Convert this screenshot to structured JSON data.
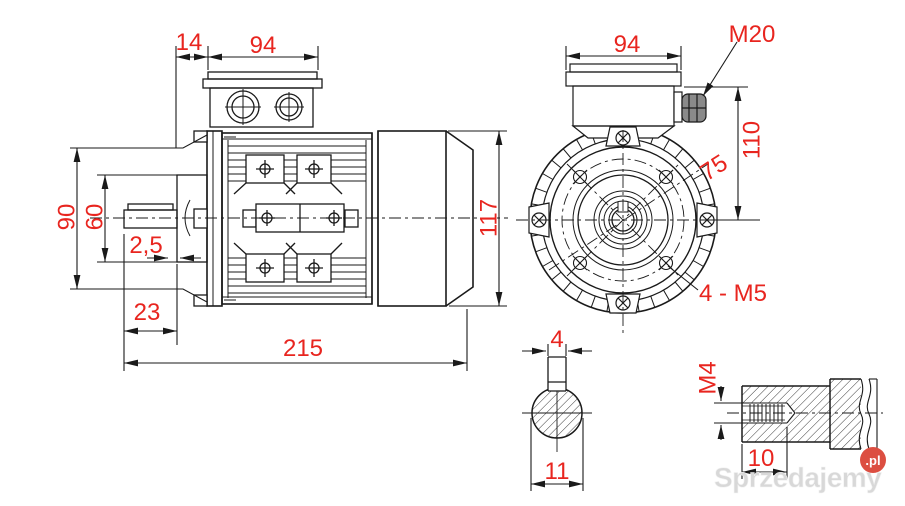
{
  "document": {
    "type": "technical dimensional drawing",
    "subject": "flange-mounted electric motor"
  },
  "colors": {
    "dimension_text": "#e8251f",
    "line": "#1a1a1a",
    "background": "#ffffff",
    "watermark_text": "#d8d8d8",
    "watermark_badge": "#dc4e41",
    "watermark_badge_text": "#ffffff"
  },
  "side_view": {
    "dims": {
      "shaft_step": "14",
      "terminal_box_width": "94",
      "flange_diameter": "90",
      "spigot_diameter": "60",
      "flange_offset": "2,5",
      "shaft_length": "23",
      "frame_height": "117",
      "overall_length": "215"
    }
  },
  "front_view": {
    "dims": {
      "terminal_box_width": "94",
      "cable_gland_thread": "M20",
      "center_height": "110",
      "bolt_circle_diameter": "75",
      "mounting_holes": "4 - M5"
    }
  },
  "shaft_cross_section": {
    "dims": {
      "key_width": "4",
      "shaft_diameter": "11"
    }
  },
  "shaft_end_detail": {
    "dims": {
      "tapped_hole_thread": "M4",
      "tapped_hole_depth": "10"
    }
  },
  "watermark": {
    "brand": "Sprzedajemy",
    "badge": ".pl"
  }
}
